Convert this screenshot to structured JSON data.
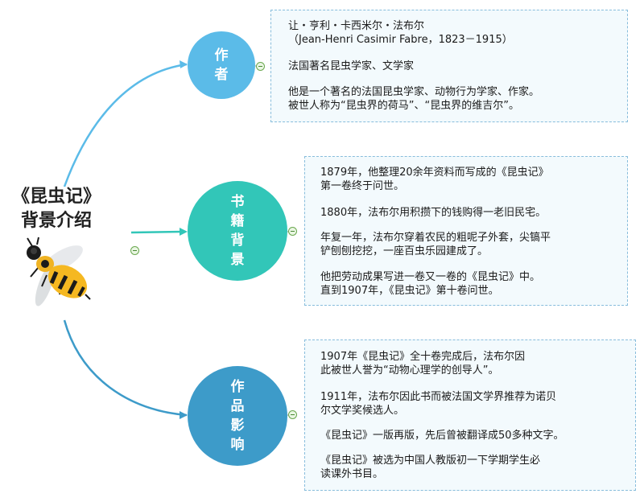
{
  "root": {
    "title_line1": "《昆虫记》",
    "title_line2": "背景介绍",
    "image": "bee-icon"
  },
  "branches": [
    {
      "name": "author",
      "label": "作者",
      "color": "#5bbbe8",
      "items": [
        "让・亨利・卡西米尔・法布尔\n（Jean-Henri Casimir Fabre，1823－1915）",
        "法国著名昆虫学家、文学家",
        "他是一个著名的法国昆虫学家、动物行为学家、作家。\n被世人称为“昆虫界的荷马”、“昆虫界的维吉尔”。"
      ]
    },
    {
      "name": "background",
      "label": "书籍背景",
      "color": "#32c6b8",
      "items": [
        "1879年，他整理20余年资料而写成的《昆虫记》\n第一卷终于问世。",
        "1880年，法布尔用积攒下的钱购得一老旧民宅。",
        "年复一年，法布尔穿着农民的粗呢子外套，尖镐平\n铲刨刨挖挖，一座百虫乐园建成了。",
        "他把劳动成果写进一卷又一卷的《昆虫记》中。\n直到1907年，《昆虫记》第十卷问世。"
      ]
    },
    {
      "name": "influence",
      "label": "作品影响",
      "color": "#3d9bc9",
      "items": [
        "1907年《昆虫记》全十卷完成后，法布尔因\n此被世人誉为“动物心理学的创导人”。",
        "1911年，法布尔因此书而被法国文学界推荐为诺贝\n尔文学奖候选人。",
        "《昆虫记》一版再版，先后曾被翻译成50多种文字。",
        "《昆虫记》被选为中国人教版初一下学期学生必\n读课外书目。"
      ]
    }
  ]
}
